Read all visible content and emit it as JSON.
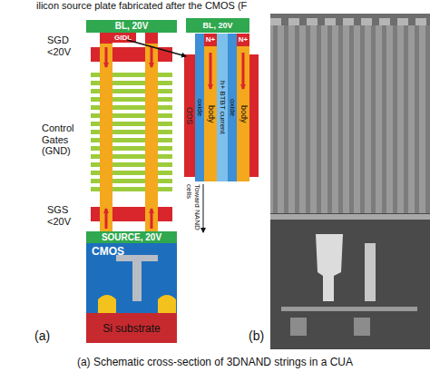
{
  "diagram": {
    "caption": "(a) Schematic cross-section of 3DNAND strings in a CUA",
    "nodes": [
      {
        "text": [
          "BL, 20V"
        ]
      },
      {
        "text": [
          "SOURCE, 20V"
        ]
      },
      {
        "text": [
          "CMOS"
        ]
      },
      {
        "text": [
          "Si substrate"
        ]
      },
      {
        "text": [
          "BL, 20V"
        ]
      },
      {
        "text": [
          "N+"
        ]
      },
      {
        "text": [
          "N+"
        ]
      },
      {
        "text": [
          "SGD"
        ]
      },
      {
        "text": [
          "oxide"
        ]
      },
      {
        "text": [
          "body"
        ]
      },
      {
        "text": [
          "h+ BTBT current"
        ]
      },
      {
        "text": [
          "oxide"
        ]
      },
      {
        "text": [
          "body"
        ]
      }
    ],
    "labels": [
      "ilicon source plate fabricated after the CMOS (F",
      "GIDL",
      "SGD <20V",
      "Control Gates (GND)",
      "SGS <20V",
      "Toward NAND cells",
      "(a)",
      "(b)"
    ]
  }
}
